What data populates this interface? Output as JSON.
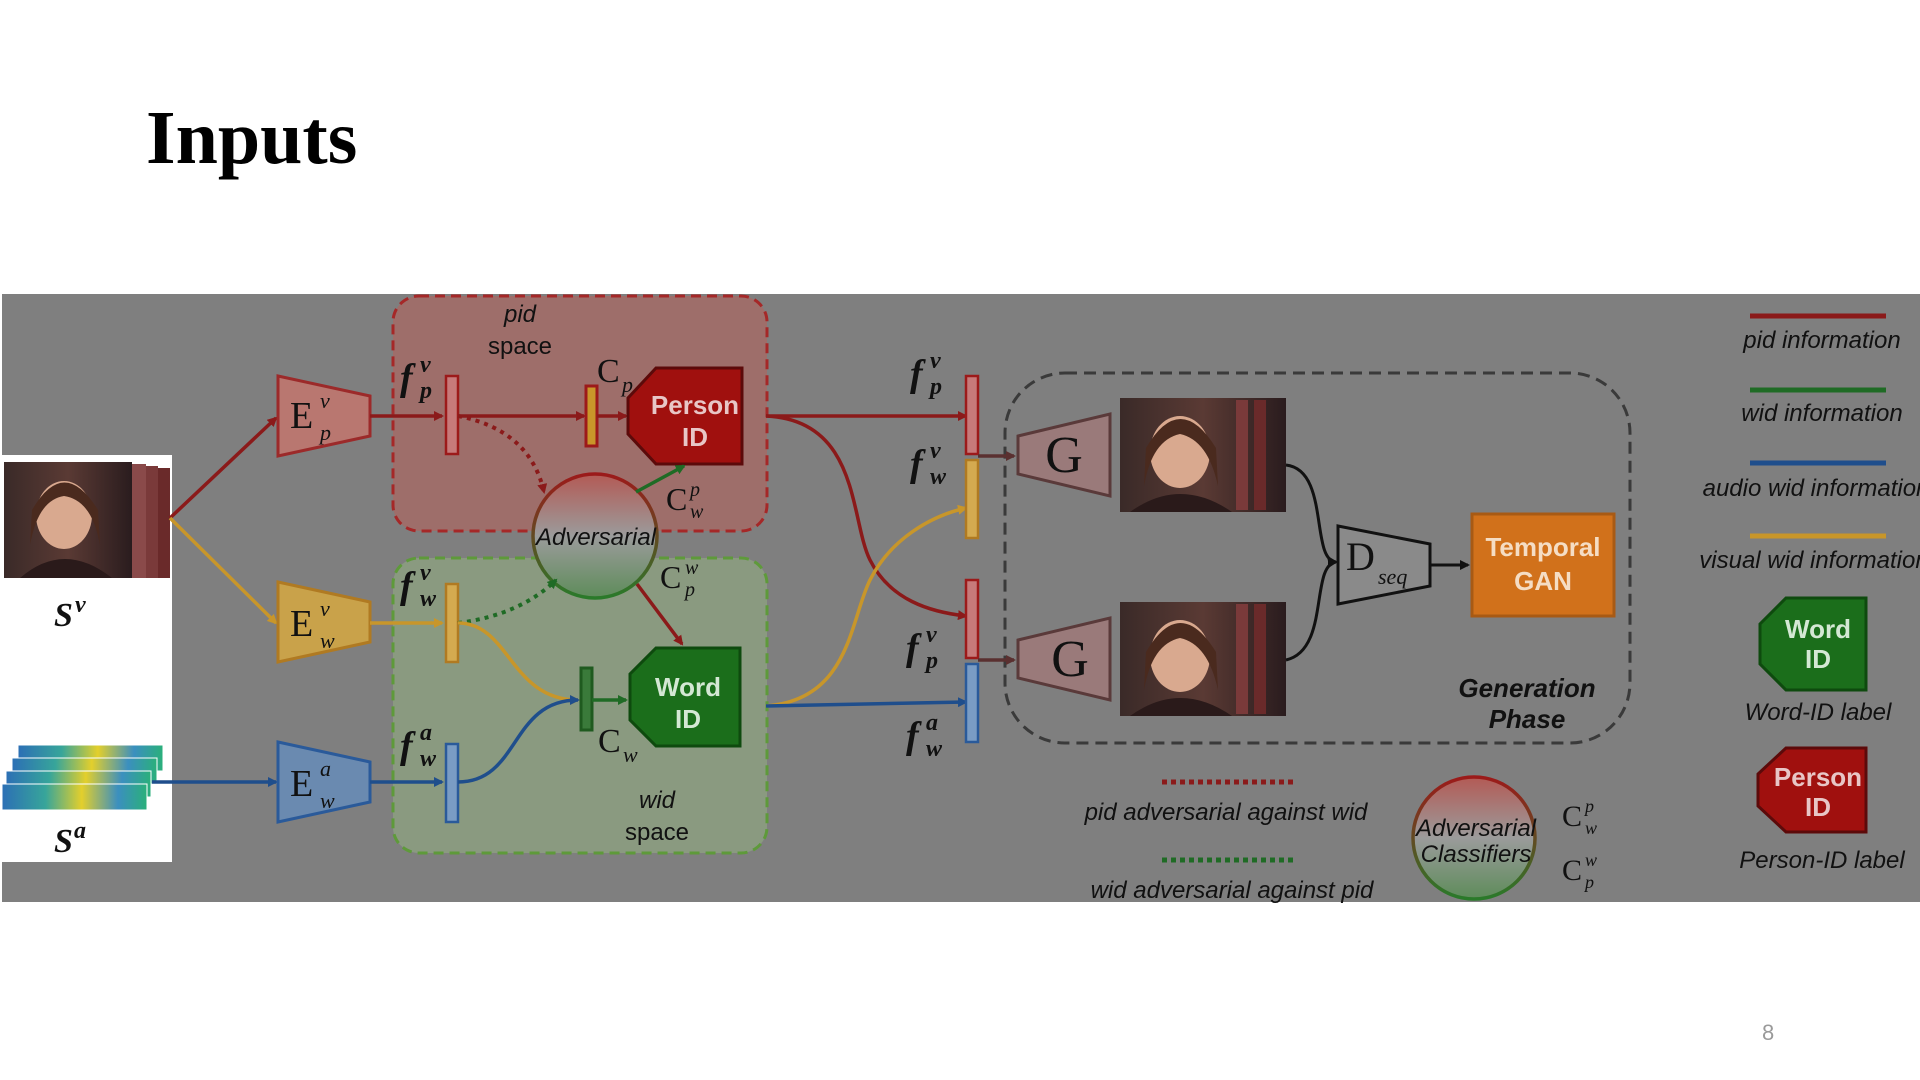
{
  "slide": {
    "title": "Inputs",
    "page_number": "8"
  },
  "diagram": {
    "inputs": {
      "video_label": "S",
      "video_sup": "v",
      "audio_label": "S",
      "audio_sup": "a"
    },
    "encoders": {
      "ep": {
        "base": "E",
        "sup": "v",
        "sub": "p"
      },
      "ew": {
        "base": "E",
        "sup": "v",
        "sub": "w"
      },
      "ea": {
        "base": "E",
        "sup": "a",
        "sub": "w"
      }
    },
    "pid_space": {
      "line1": "pid",
      "line2": "space"
    },
    "wid_space": {
      "line1": "wid",
      "line2": "space"
    },
    "adversarial_label": "Adversarial",
    "features": {
      "fpv": {
        "base": "f",
        "sup": "v",
        "sub": "p"
      },
      "fwv": {
        "base": "f",
        "sup": "v",
        "sub": "w"
      },
      "fwa": {
        "base": "f",
        "sup": "a",
        "sub": "w"
      }
    },
    "classifiers": {
      "cp": {
        "base": "C",
        "sub": "p"
      },
      "cw": {
        "base": "C",
        "sub": "w"
      },
      "cwp": {
        "base": "C",
        "sup": "p",
        "sub": "w"
      },
      "cpw": {
        "base": "C",
        "sup": "w",
        "sub": "p"
      }
    },
    "person_id": {
      "line1": "Person",
      "line2": "ID"
    },
    "word_id": {
      "line1": "Word",
      "line2": "ID"
    },
    "generator": "G",
    "discriminator": {
      "base": "D",
      "sub": "seq"
    },
    "temporal_gan": {
      "line1": "Temporal",
      "line2": "GAN"
    },
    "generation_phase": {
      "line1": "Generation",
      "line2": "Phase"
    },
    "legend": {
      "items": [
        {
          "label": "pid information",
          "color": "#8b1a1a"
        },
        {
          "label": "wid information",
          "color": "#1f6b25"
        },
        {
          "label": "audio wid information",
          "color": "#1f4e8c"
        },
        {
          "label": "visual wid information",
          "color": "#c8962a"
        }
      ],
      "word_id_label": "Word-ID label",
      "person_id_label": "Person-ID label",
      "pid_adv": "pid adversarial against wid",
      "wid_adv": "wid adversarial against pid",
      "adv_classifiers": {
        "line1": "Adversarial",
        "line2": "Classifiers"
      }
    },
    "colors": {
      "background": "#7f7f7f",
      "pid": "#8b1a1a",
      "wid": "#1f6b25",
      "audio": "#1f4e8c",
      "visual": "#c8962a",
      "person_box": "#a0100e",
      "word_box": "#1b6e1b",
      "temporal_gan": "#d1711b"
    }
  }
}
